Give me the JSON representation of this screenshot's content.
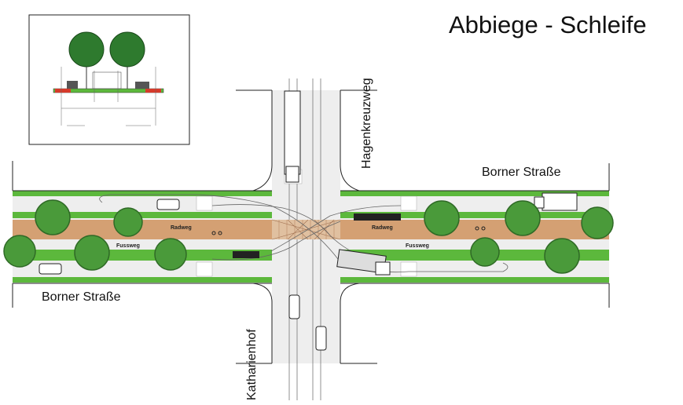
{
  "title": "Abbiege - Schleife",
  "streets": {
    "north": "Hagenkreuzweg",
    "south": "Katharienhof",
    "east": "Borner Straße",
    "west": "Borner Straße"
  },
  "lanes": {
    "bike_west": "Radweg",
    "bike_east": "Radweg",
    "foot_west": "Fussweg",
    "foot_east": "Fussweg"
  },
  "colors": {
    "green": "#5cb83c",
    "bike": "#d4a073",
    "road": "#eeeeee",
    "tree": "#4a9a3a",
    "tree_dark": "#2f6a26",
    "inset_tree": "#2e7a2e"
  }
}
